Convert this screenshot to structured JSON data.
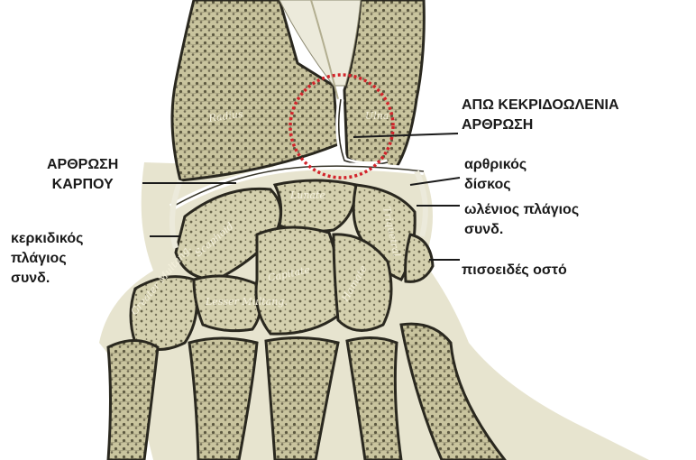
{
  "labels": {
    "dru": [
      "ΑΠΩ ΚΕΚΡΙΔΟΩΛΕΝΙΑ",
      "ΑΡΘΡΩΣΗ"
    ],
    "wrist_joint": [
      "ΑΡΘΡΩΣΗ",
      "ΚΑΡΠΟΥ"
    ],
    "articular_disc": [
      "αρθρικός",
      "δίσκος"
    ],
    "ulnar_collateral": [
      "ωλένιος πλάγιος",
      "συνδ."
    ],
    "radial_collateral": [
      "κερκιδικός",
      "πλάγιος",
      "συνδ."
    ],
    "pisiform": "πισοειδές οστό"
  },
  "bone_names": {
    "radius": "Radius",
    "ulna": "Ulna",
    "lunate": "Lunate",
    "scaphoid": "Scaphoid",
    "triquetral": "Triquetral",
    "trapezium": "Greater Multang.",
    "trapezoid": "Lesser Multang.",
    "capitate": "Capitate",
    "hamate": "Hamate"
  },
  "colors": {
    "bone": "#cfcba7",
    "bone_dark": "#6f6a4c",
    "outline": "#2a281f",
    "highlight_circle": "#d2232a"
  }
}
